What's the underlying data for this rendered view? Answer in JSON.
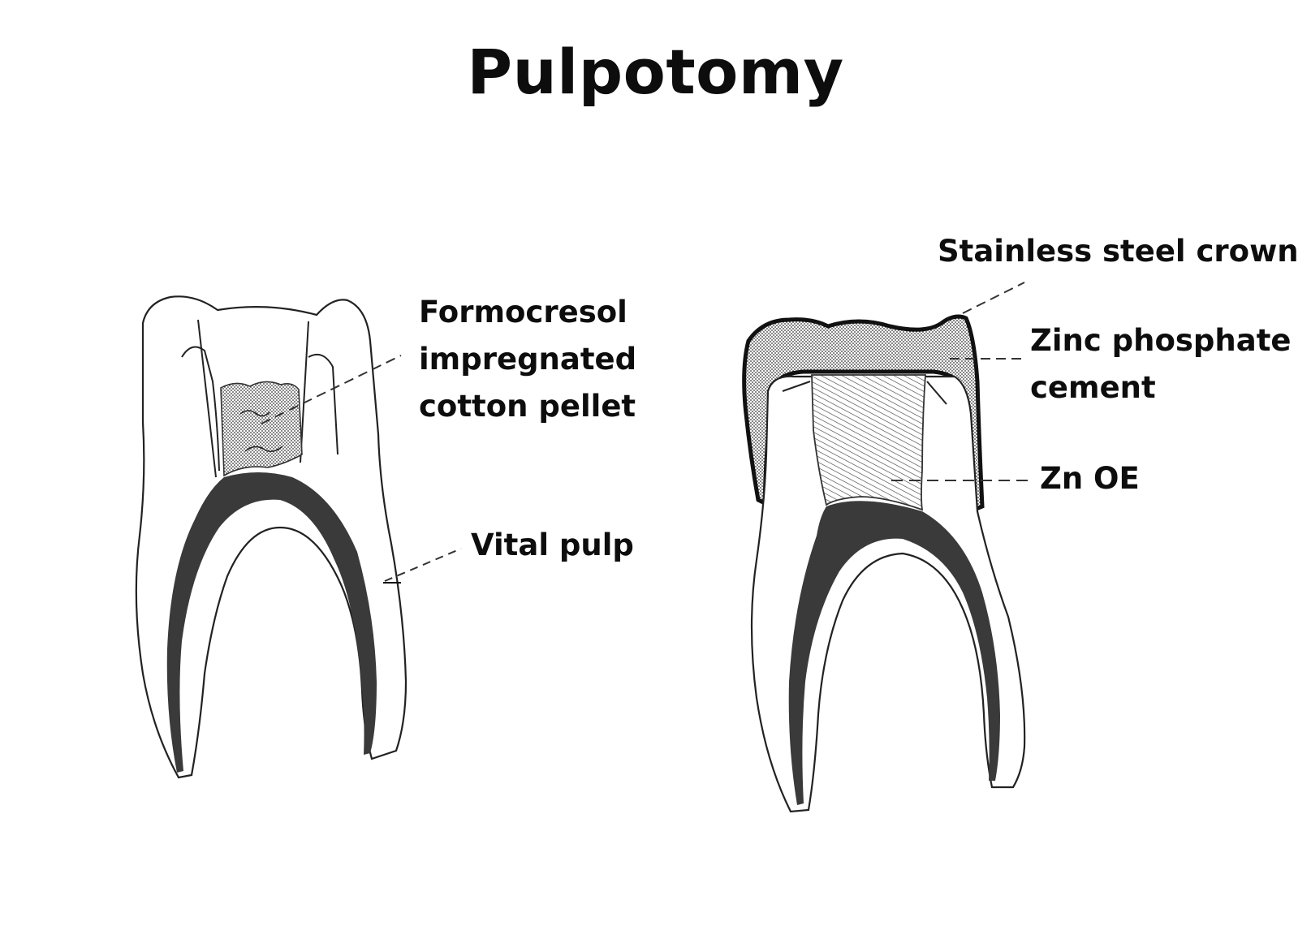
{
  "title": "Pulpotomy",
  "left_tooth": {
    "formocresol_label": [
      "Formocresol",
      "impregnated",
      "cotton pellet"
    ],
    "vital_pulp_label": "Vital pulp"
  },
  "right_tooth": {
    "crown_label": "Stainless steel crown",
    "zinc_label": [
      "Zinc phosphate",
      "cement"
    ],
    "znoe_label": "Zn OE"
  }
}
